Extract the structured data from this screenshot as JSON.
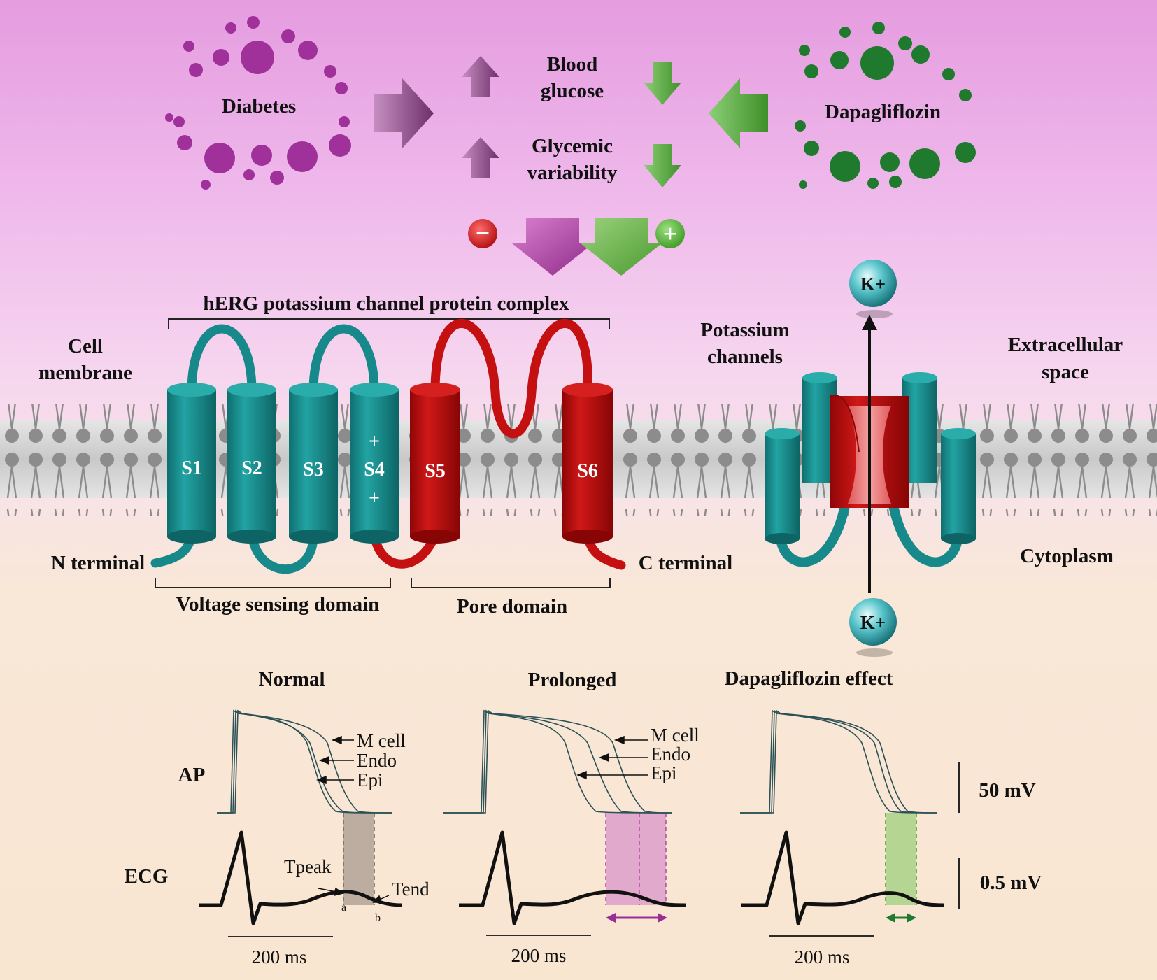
{
  "top": {
    "diabetes": "Diabetes",
    "dapagliflozin": "Dapagliflozin",
    "blood_glucose": [
      "Blood",
      "glucose"
    ],
    "glycemic_variability": [
      "Glycemic",
      "variability"
    ],
    "minus_sign": "−",
    "plus_sign": "+"
  },
  "herg": {
    "title": "hERG potassium channel protein complex",
    "cell_membrane": [
      "Cell",
      "membrane"
    ],
    "segments": [
      "S1",
      "S2",
      "S3",
      "S4",
      "S5",
      "S6"
    ],
    "s4_charge": "+",
    "n_terminal": "N terminal",
    "c_terminal": "C terminal",
    "voltage_domain": "Voltage sensing domain",
    "pore_domain": "Pore domain"
  },
  "channel": {
    "potassium_channels": [
      "Potassium",
      "channels"
    ],
    "extracellular_space": [
      "Extracellular",
      "space"
    ],
    "cytoplasm": "Cytoplasm",
    "k_ion": "K+"
  },
  "ecg": {
    "panels": [
      {
        "title": "Normal",
        "labels": [
          "M cell",
          "Endo",
          "Epi"
        ],
        "extra": [
          "Tpeak",
          "Tend",
          "a",
          "b"
        ],
        "time_scale": "200 ms"
      },
      {
        "title": "Prolonged",
        "labels": [
          "M cell",
          "Endo",
          "Epi"
        ],
        "time_scale": "200 ms"
      },
      {
        "title": "Dapagliflozin effect",
        "time_scale": "200 ms"
      }
    ],
    "ap_label": "AP",
    "ecg_label": "ECG",
    "scale_ap": "50 mV",
    "scale_ecg": "0.5 mV"
  },
  "colors": {
    "diabetes": "#a0319a",
    "dapagliflozin": "#1f7a2e",
    "teal": "#1a8a8a",
    "red": "#c41010"
  }
}
